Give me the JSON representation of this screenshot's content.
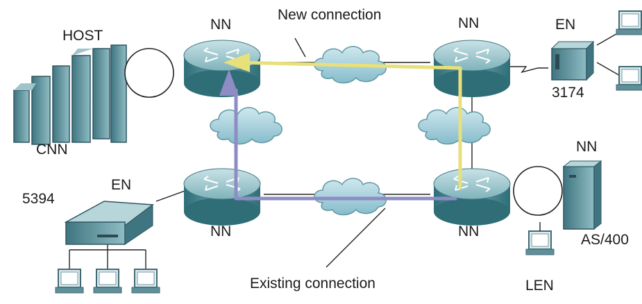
{
  "labels": {
    "host": "HOST",
    "cnn": "CNN",
    "nn_top_left": "NN",
    "nn_top_right": "NN",
    "nn_bottom_left": "NN",
    "nn_bottom_right": "NN",
    "nn_as400": "NN",
    "en_top_right": "EN",
    "en_bottom_left": "EN",
    "dev_3174": "3174",
    "dev_5394": "5394",
    "as400": "AS/400",
    "len": "LEN",
    "new_connection": "New connection",
    "existing_connection": "Existing connection"
  },
  "colors": {
    "new_connection": "#e8e07a",
    "existing_connection": "#8e8cc4",
    "router_body": "#4f8f99",
    "cloud": "#8fc4d0",
    "equipment": "#5f8f99"
  }
}
